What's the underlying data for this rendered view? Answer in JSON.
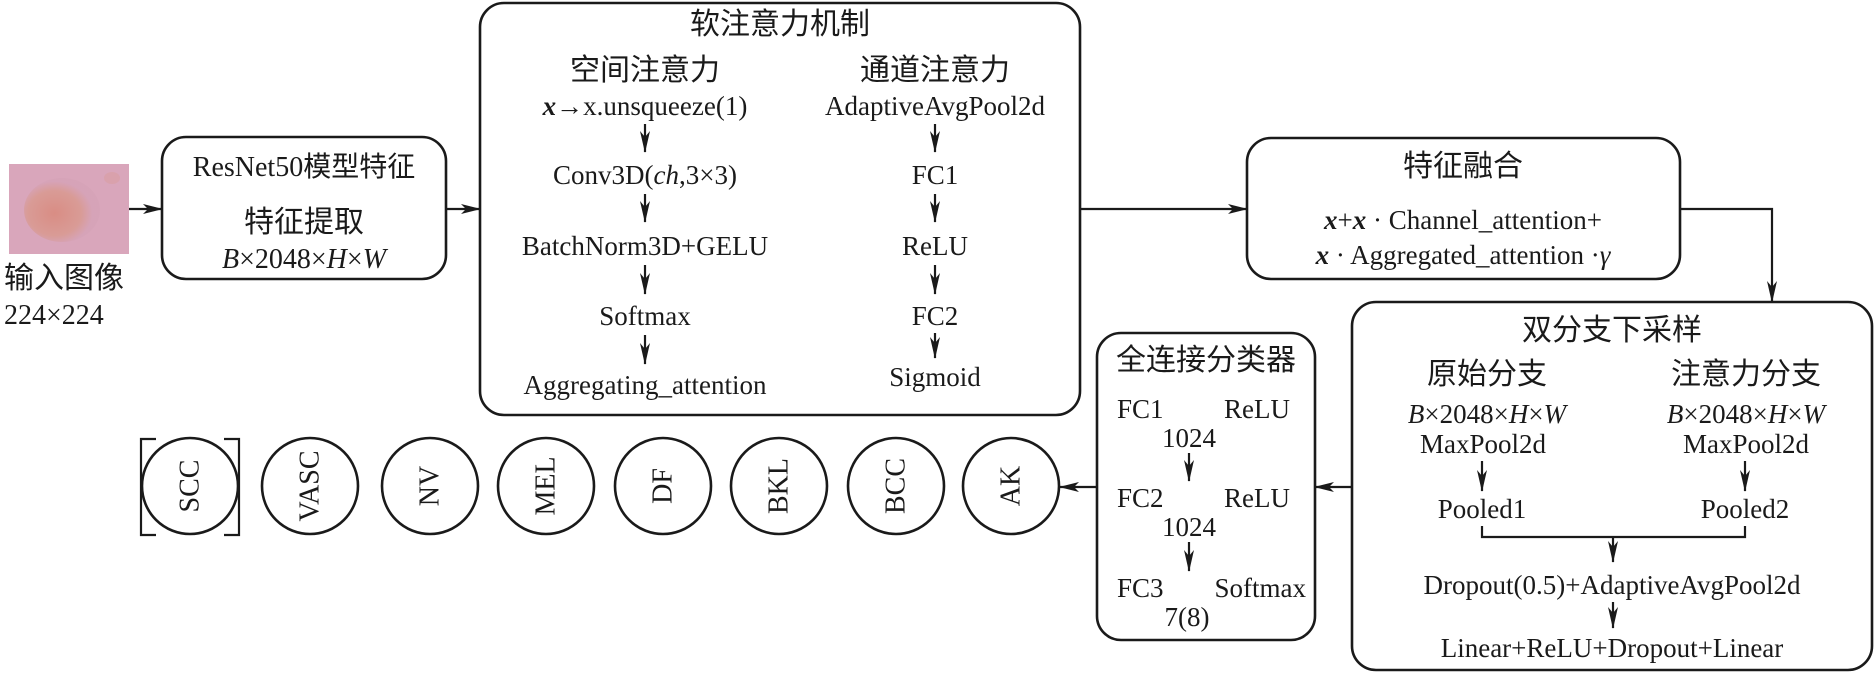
{
  "input": {
    "label": "输入图像",
    "size": "224×224",
    "image_desc": "skin lesion thumbnail",
    "colors": {
      "skin": "#d6a3b8",
      "lesion": "#d98a7e"
    }
  },
  "resnet": {
    "title": "ResNet50模型特征",
    "subtitle": "特征提取",
    "shape_parts": [
      "B",
      "×2048×",
      "H",
      "×",
      "W"
    ]
  },
  "attention": {
    "title": "软注意力机制",
    "spatial": {
      "title": "空间注意力",
      "input_var": "x",
      "input_rest": "→x.unsqueeze(1)",
      "steps": [
        "Conv3D(",
        "ch",
        ",3×3)",
        "BatchNorm3D+GELU",
        "Softmax",
        "Aggregating_attention"
      ]
    },
    "channel": {
      "title": "通道注意力",
      "steps": [
        "AdaptiveAvgPool2d",
        "FC1",
        "ReLU",
        "FC2",
        "Sigmoid"
      ]
    }
  },
  "fusion": {
    "title": "特征融合",
    "line1": {
      "v1": "x",
      "plus": "+",
      "v2": "x",
      "rest": " · Channel_attention+"
    },
    "line2": {
      "v1": "x",
      "rest": " · Aggregated_attention ·",
      "gamma": "γ"
    }
  },
  "dual_branch": {
    "title": "双分支下采样",
    "left": {
      "title": "原始分支",
      "shape_parts": [
        "B",
        "×2048×",
        "H",
        "×",
        "W"
      ],
      "op": "MaxPool2d",
      "out": "Pooled1"
    },
    "right": {
      "title": "注意力分支",
      "shape_parts": [
        "B",
        "×2048×",
        "H",
        "×",
        "W"
      ],
      "op": "MaxPool2d",
      "out": "Pooled2"
    },
    "merge": "Dropout(0.5)+AdaptiveAvgPool2d",
    "final": "Linear+ReLU+Dropout+Linear"
  },
  "classifier": {
    "title": "全连接分类器",
    "layers": [
      {
        "name": "FC1",
        "act": "ReLU",
        "units": "1024"
      },
      {
        "name": "FC2",
        "act": "ReLU",
        "units": "1024"
      },
      {
        "name": "FC3",
        "act": "Softmax",
        "units": "7(8)"
      }
    ]
  },
  "classes": [
    "SCC",
    "VASC",
    "NV",
    "MEL",
    "DF",
    "BKL",
    "BCC",
    "AK"
  ],
  "optional_class": "SCC"
}
